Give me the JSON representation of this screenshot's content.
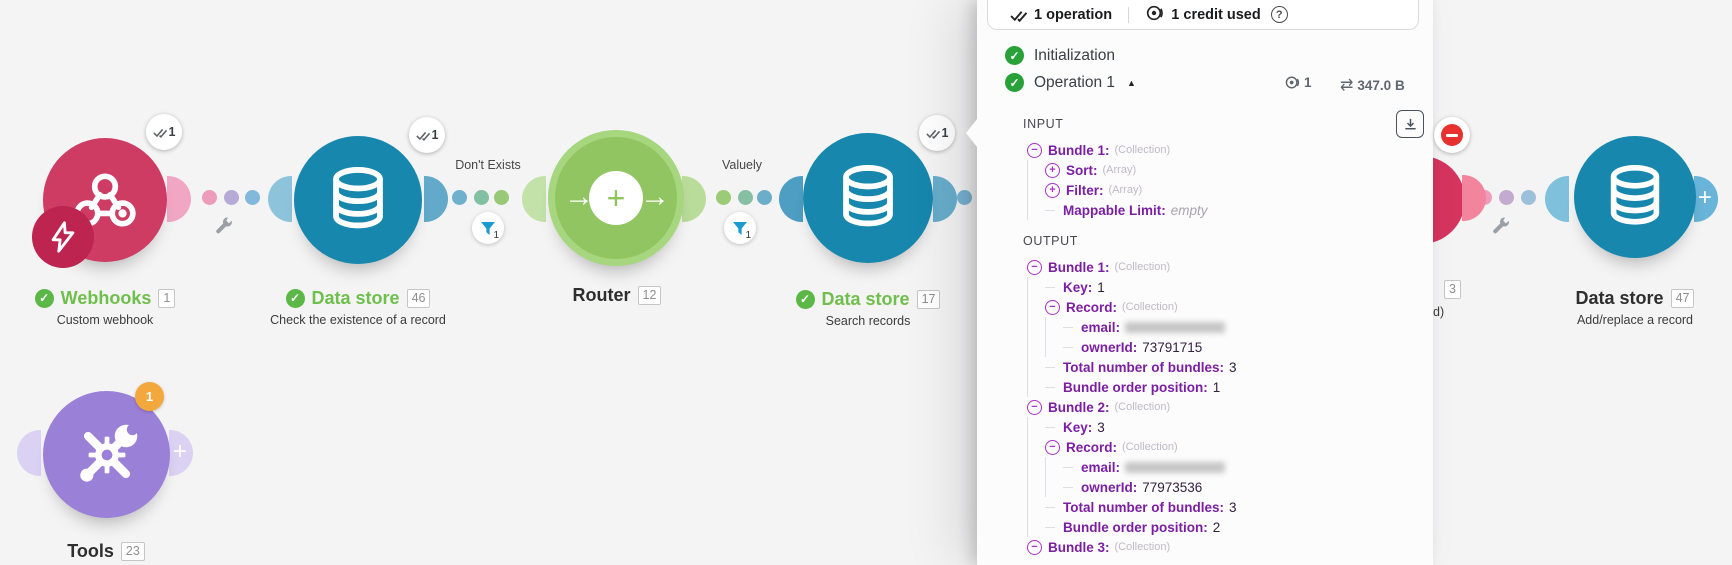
{
  "canvas": {
    "nodes": [
      {
        "id": "webhooks",
        "label": "Webhooks",
        "count": "1",
        "subtitle": "Custom webhook",
        "ops_badge": "1",
        "color": "#ce3c64",
        "executed": true
      },
      {
        "id": "datastore-46",
        "label": "Data store",
        "count": "46",
        "subtitle": "Check the existence of a record",
        "ops_badge": "1",
        "color": "#1787ad",
        "executed": true
      },
      {
        "id": "router",
        "label": "Router",
        "count": "12",
        "color": "#90c562"
      },
      {
        "id": "datastore-17",
        "label": "Data store",
        "count": "17",
        "subtitle": "Search records",
        "ops_badge": "1",
        "color": "#1787ad",
        "executed": true
      },
      {
        "id": "hidden-node",
        "label": "",
        "count": "3",
        "subtitle": "d)",
        "error_badge": true,
        "color": "#d5345f"
      },
      {
        "id": "datastore-47",
        "label": "Data store",
        "count": "47",
        "subtitle": "Add/replace a record",
        "color": "#1787ad"
      },
      {
        "id": "tools",
        "label": "Tools",
        "count": "23",
        "notification_badge": "1",
        "color": "#9b80d8"
      }
    ],
    "connections": [
      {
        "id": "datastore46-router",
        "label": "Don't Exists",
        "filter_count": "1"
      },
      {
        "id": "router-datastore17",
        "label": "Valuely",
        "filter_count": "1"
      }
    ]
  },
  "panel": {
    "header": {
      "operations": "1 operation",
      "credits": "1 credit used",
      "help": "?"
    },
    "steps": [
      {
        "label": "Initialization"
      },
      {
        "label": "Operation 1",
        "ops_count": "1",
        "data_size": "347.0 B"
      }
    ],
    "input": {
      "title": "INPUT",
      "rows": [
        {
          "indent": 0,
          "icon": "minus",
          "key": "Bundle 1:",
          "hint": "(Collection)"
        },
        {
          "indent": 1,
          "icon": "plus",
          "key": "Sort:",
          "hint": "(Array)"
        },
        {
          "indent": 1,
          "icon": "plus",
          "key": "Filter:",
          "hint": "(Array)"
        },
        {
          "indent": 1,
          "key": "Mappable Limit:",
          "value": "empty",
          "value_style": "empty"
        }
      ]
    },
    "output": {
      "title": "OUTPUT",
      "rows": [
        {
          "indent": 0,
          "icon": "minus",
          "key": "Bundle 1:",
          "hint": "(Collection)"
        },
        {
          "indent": 1,
          "key": "Key:",
          "value": "1"
        },
        {
          "indent": 1,
          "icon": "minus",
          "key": "Record:",
          "hint": "(Collection)"
        },
        {
          "indent": 2,
          "key": "email:",
          "redacted": true
        },
        {
          "indent": 2,
          "key": "ownerId:",
          "value": "73791715"
        },
        {
          "indent": 1,
          "key": "Total number of bundles:",
          "value": "3"
        },
        {
          "indent": 1,
          "key": "Bundle order position:",
          "value": "1"
        },
        {
          "indent": 0,
          "icon": "minus",
          "key": "Bundle 2:",
          "hint": "(Collection)"
        },
        {
          "indent": 1,
          "key": "Key:",
          "value": "3"
        },
        {
          "indent": 1,
          "icon": "minus",
          "key": "Record:",
          "hint": "(Collection)"
        },
        {
          "indent": 2,
          "key": "email:",
          "redacted": true
        },
        {
          "indent": 2,
          "key": "ownerId:",
          "value": "77973536"
        },
        {
          "indent": 1,
          "key": "Total number of bundles:",
          "value": "3"
        },
        {
          "indent": 1,
          "key": "Bundle order position:",
          "value": "2"
        },
        {
          "indent": 0,
          "icon": "minus",
          "key": "Bundle 3:",
          "hint": "(Collection)"
        }
      ]
    }
  },
  "icons": {
    "operations": "double-check",
    "credits": "bullseye-eye",
    "transfer": "left-right-arrows",
    "download": "tray-down-arrow",
    "filter": "funnel",
    "setup": "wrench"
  },
  "glyphs": {
    "plus": "+",
    "minus": "−",
    "arrow_right": "→",
    "caret_up": "▲",
    "transfer": "⇄"
  }
}
